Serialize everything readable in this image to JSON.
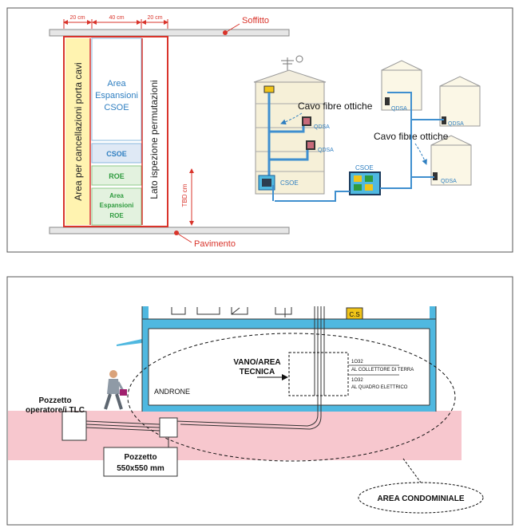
{
  "top_panel": {
    "dim_left": "20 cm",
    "dim_mid": "40 cm",
    "dim_right": "20 cm",
    "soffitto": "Soffitto",
    "pavimento": "Pavimento",
    "vertical_left": "Area per cancellazioni porta cavi",
    "vertical_right": "Lato ispezione permutazioni",
    "area_csoe": [
      "Area",
      "Espansioni",
      "CSOE"
    ],
    "csoe": "CSOE",
    "roe": "ROE",
    "area_roe": [
      "Area",
      "Espansioni",
      "ROE"
    ],
    "tbd": "TBD cm",
    "building_csoe": "CSOE",
    "qdsa": "QDSA",
    "cavo_fibre_1": "Cavo fibre ottiche",
    "cavo_fibre_2": "Cavo fibre ottiche",
    "ground_csoe": "CSOE"
  },
  "bottom_panel": {
    "cs": "C.S",
    "vano": [
      "VANO/AREA",
      "TECNICA"
    ],
    "androne": "ANDRONE",
    "line1_code": "1O32",
    "line1_text": "AL COLLETTORE DI TERRA",
    "line2_code": "1O32",
    "line2_text": "AL QUADRO ELETTRICO",
    "pozzetto_op": [
      "Pozzetto",
      "operatore/i TLC"
    ],
    "pozzetto_size": [
      "Pozzetto",
      "550x550 mm"
    ],
    "area_condominiale": "AREA CONDOMINIALE"
  },
  "colors": {
    "red": "#d9342b",
    "blue": "#2f7fc1",
    "green": "#2e9b3e",
    "wall_blue": "#4fb8e0",
    "ground_pink": "#f7c7ce"
  }
}
